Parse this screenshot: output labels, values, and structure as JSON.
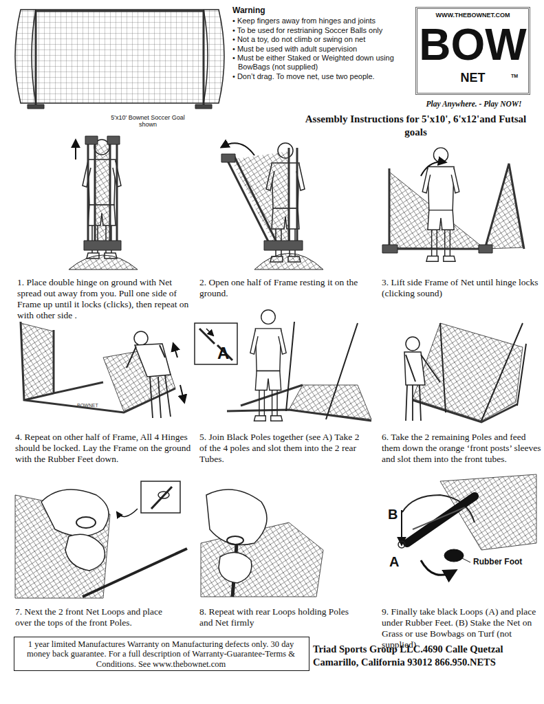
{
  "diagram": {
    "title": "Assembly Instructions for 5'x10', 6'x12'and Futsal goals",
    "nodes": [
      {
        "text": [
          "WWW.THEBOWNET.COM",
          "BOW",
          "NET",
          "TM"
        ]
      },
      {
        "text": [
          "1 year limited Manufactures Warranty on Manufacturing defects only. 30 day money back guarantee. For a full description of Warranty-Guarantee-Terms & Conditions. See www.thebownet.com"
        ]
      }
    ],
    "edges": [],
    "labels": [
      "Play Anywhere. - Play NOW!",
      "Warning",
      "• Keep fingers away from hinges and joints",
      "• To be used for restrianing Soccer Balls only",
      "• Not a toy, do not climb or swing on net",
      "• Must be used with adult supervision",
      "• Must be either Staked or Weighted down using BowBags (not supplied)",
      "• Don’t drag. To move net, use two people.",
      "5'x10' Bownet Soccer Goal shown",
      "1. Place double hinge on ground with Net spread out away from you. Pull one side of Frame up until it locks (clicks), then repeat on with other side .",
      "2. Open one half of Frame resting it on the ground.",
      "3. Lift side Frame of Net until hinge locks (clicking sound)",
      "4. Repeat on other half of Frame, All 4 Hinges should be locked. Lay the Frame on the ground with the Rubber Feet down.",
      "5. Join Black Poles together (see A) Take 2 of the 4 poles and slot them into the 2 rear Tubes.",
      "6. Take the 2 remaining Poles and feed them down the orange ‘front posts’ sleeves and slot them into the front tubes.",
      "7. Next the 2 front Net Loops and place over the tops of the front Poles.",
      "8. Repeat with rear Loops holding Poles and Net firmly",
      "9. Finally take black Loops (A) and place under Rubber Feet. (B) Stake the Net on Grass or use Bowbags on Turf (not supplied)",
      "A",
      "BOWNET",
      "B",
      "A",
      "Rubber Foot",
      "Triad Sports Group LLC.4690 Calle Quetzal Camarillo, California 93012 866.950.NETS"
    ]
  }
}
